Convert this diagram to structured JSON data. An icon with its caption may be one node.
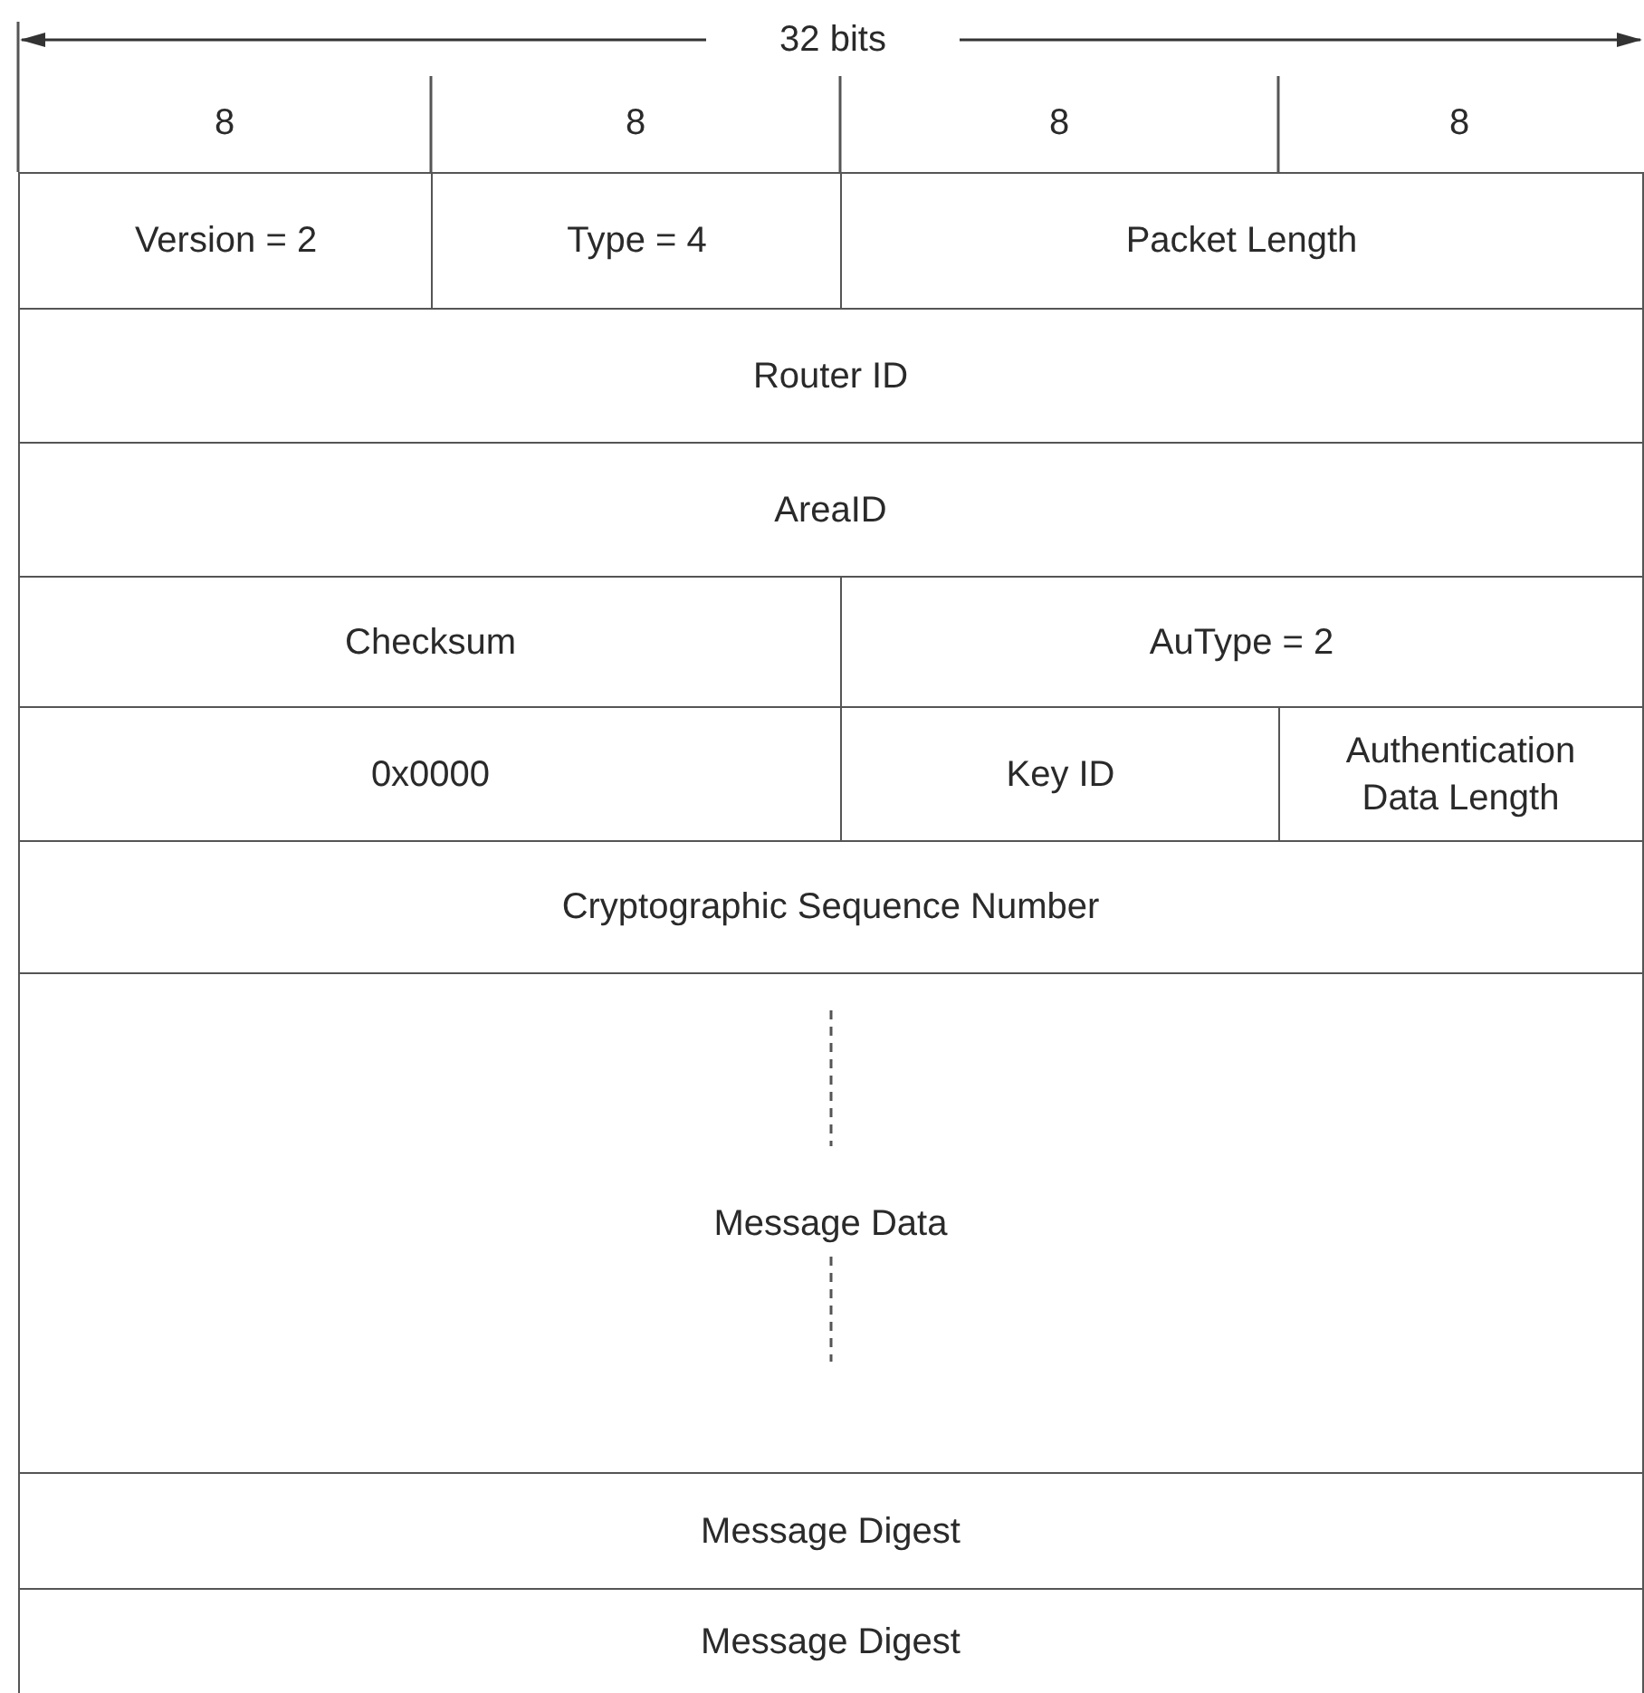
{
  "diagram": {
    "nodes": [
      {
        "text": [
          "Version = 2"
        ]
      },
      {
        "text": [
          "Type = 4"
        ]
      },
      {
        "text": [
          "Packet Length"
        ]
      },
      {
        "text": [
          "Router ID"
        ]
      },
      {
        "text": [
          "AreaID"
        ]
      },
      {
        "text": [
          "Checksum"
        ]
      },
      {
        "text": [
          "AuType = 2"
        ]
      },
      {
        "text": [
          "0x0000"
        ]
      },
      {
        "text": [
          "Key ID"
        ]
      },
      {
        "text": [
          "Authentication Data Length"
        ]
      },
      {
        "text": [
          "Cryptographic Sequence Number"
        ]
      },
      {
        "text": [
          "Message Data"
        ]
      },
      {
        "text": [
          "Message Digest"
        ]
      },
      {
        "text": [
          "Message Digest"
        ]
      }
    ],
    "labels": [
      "32 bits",
      "8",
      "8",
      "8",
      "8"
    ]
  }
}
